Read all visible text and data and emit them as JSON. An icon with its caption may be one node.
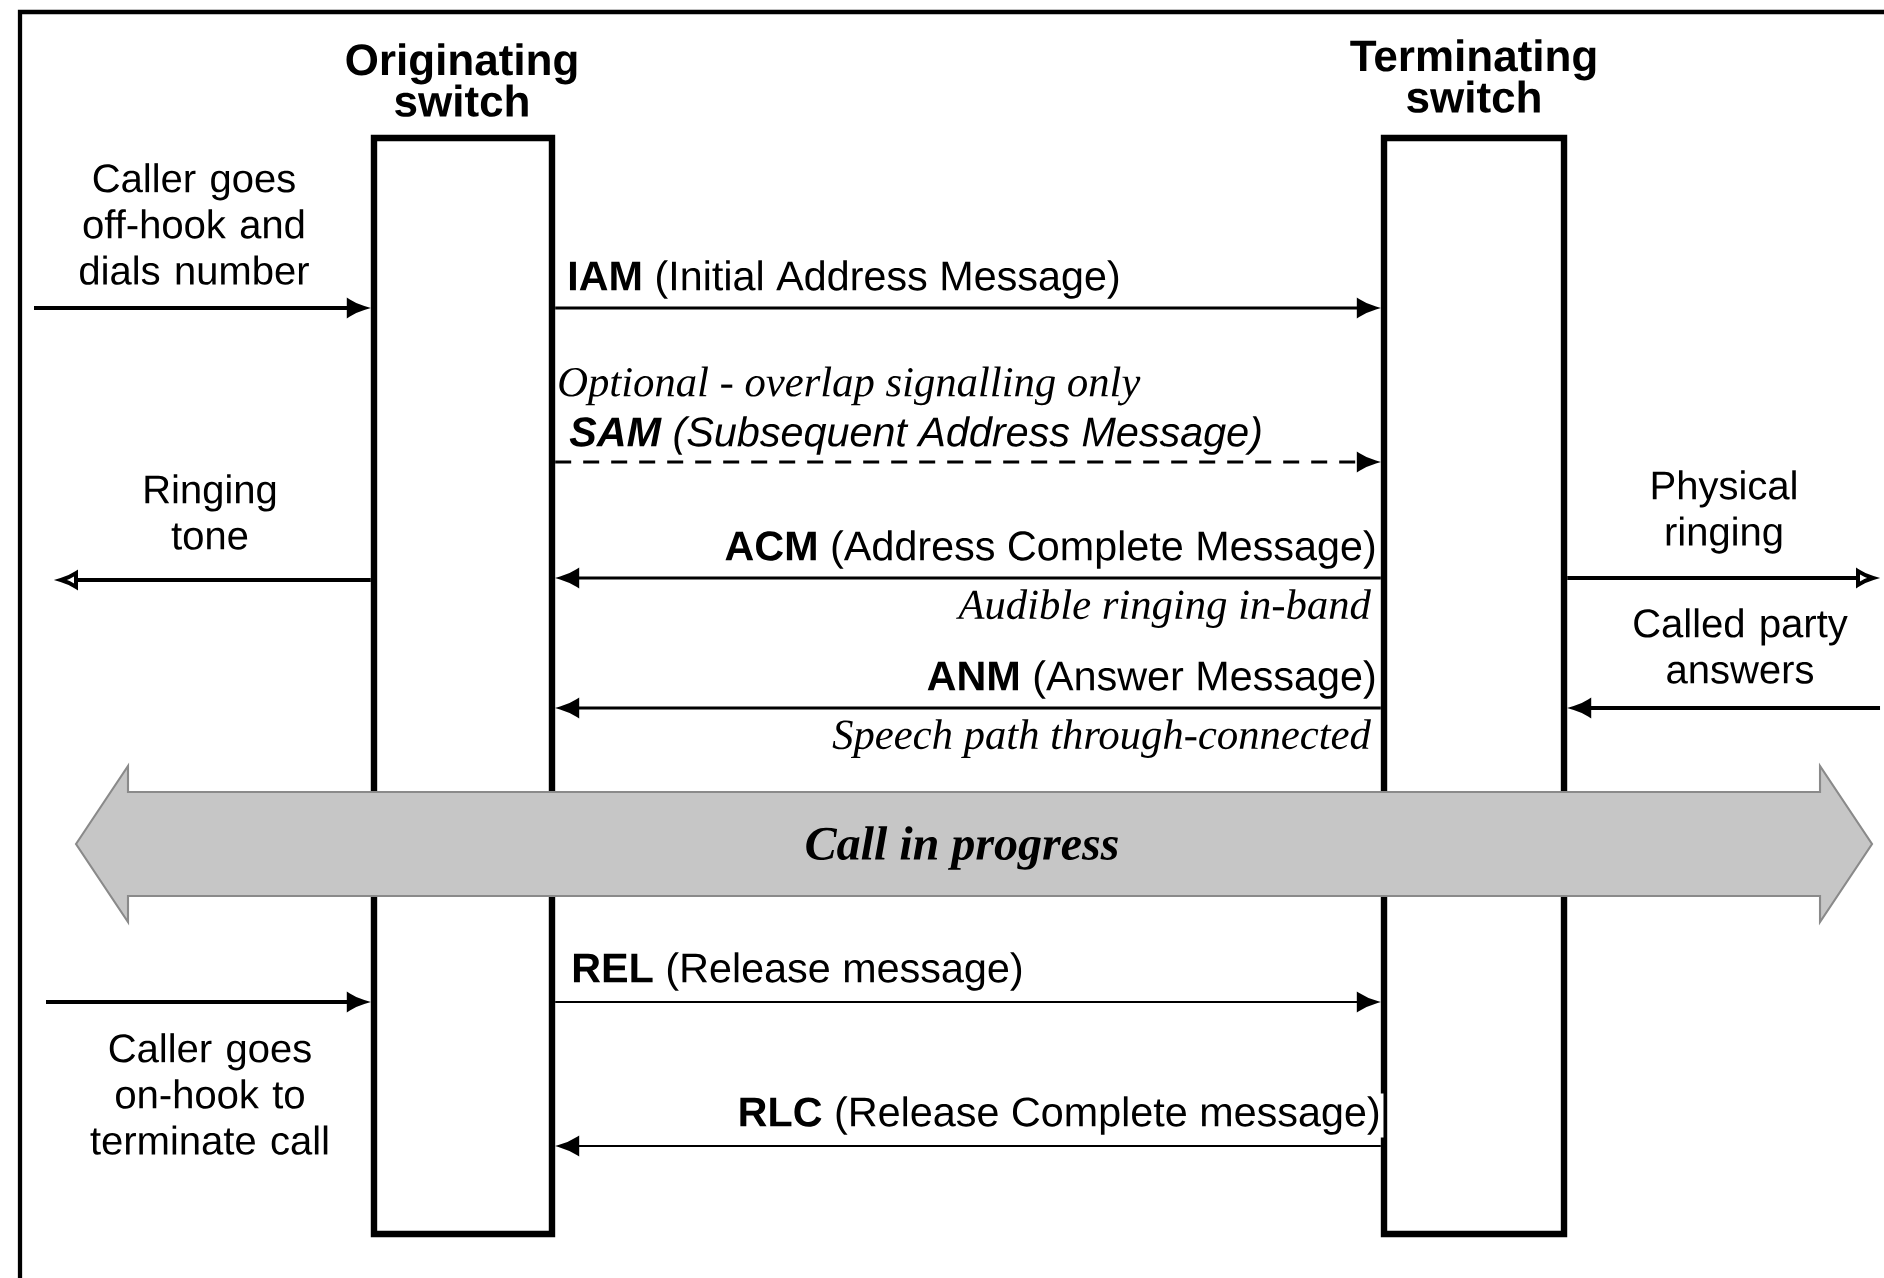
{
  "diagram": {
    "nodes": [
      {
        "text": [
          "Originating switch"
        ]
      },
      {
        "text": [
          "Terminating switch"
        ]
      },
      {
        "text": [
          "Call in progress"
        ]
      }
    ],
    "edges": [
      {
        "from": null,
        "to": 0,
        "arrow": "to",
        "label": "Caller goes off-hook and dials number"
      },
      {
        "from": 0,
        "to": 1,
        "arrow": "to",
        "label": "**IAM** (Initial Address Message)"
      },
      {
        "from": 0,
        "to": 1,
        "arrow": "to",
        "label": "**SAM** (Subsequent Address Message)",
        "style": "dashed"
      },
      {
        "from": 0,
        "to": null,
        "arrow": "to",
        "label": "Ringing tone"
      },
      {
        "from": 1,
        "to": 0,
        "arrow": "to",
        "label": "**ACM** (Address Complete Message)"
      },
      {
        "from": 1,
        "to": null,
        "arrow": "to",
        "label": "Physical ringing"
      },
      {
        "from": null,
        "to": 1,
        "arrow": "to",
        "label": "Called party answers"
      },
      {
        "from": 1,
        "to": 0,
        "arrow": "to",
        "label": "**ANM** (Answer Message)"
      },
      {
        "from": null,
        "to": 0,
        "arrow": "to",
        "label": "Caller goes on-hook to terminate call"
      },
      {
        "from": 0,
        "to": 1,
        "arrow": "to",
        "label": "**REL** (Release message)"
      },
      {
        "from": 1,
        "to": 0,
        "arrow": "to",
        "label": "**RLC** (Release Complete message)"
      }
    ],
    "labels": [
      "Optional - overlap signalling only",
      "Audible ringing in-band",
      "Speech path through-connected"
    ]
  }
}
